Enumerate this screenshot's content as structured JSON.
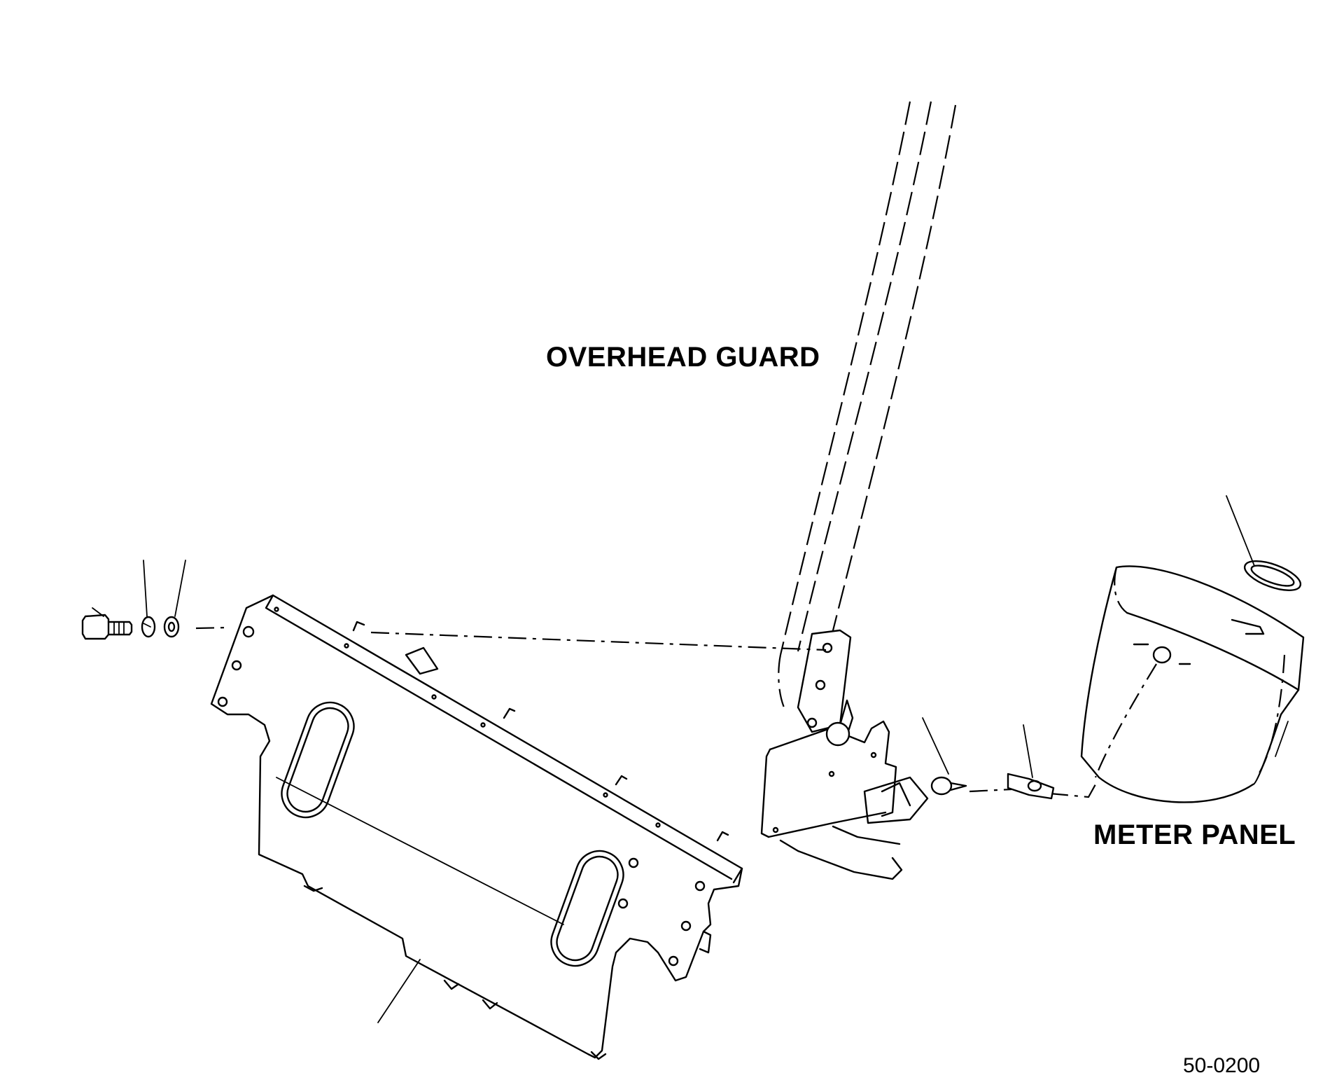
{
  "labels": {
    "overhead_guard": "OVERHEAD GUARD",
    "meter_panel": "METER PANEL"
  },
  "figure_code": "50-0200"
}
